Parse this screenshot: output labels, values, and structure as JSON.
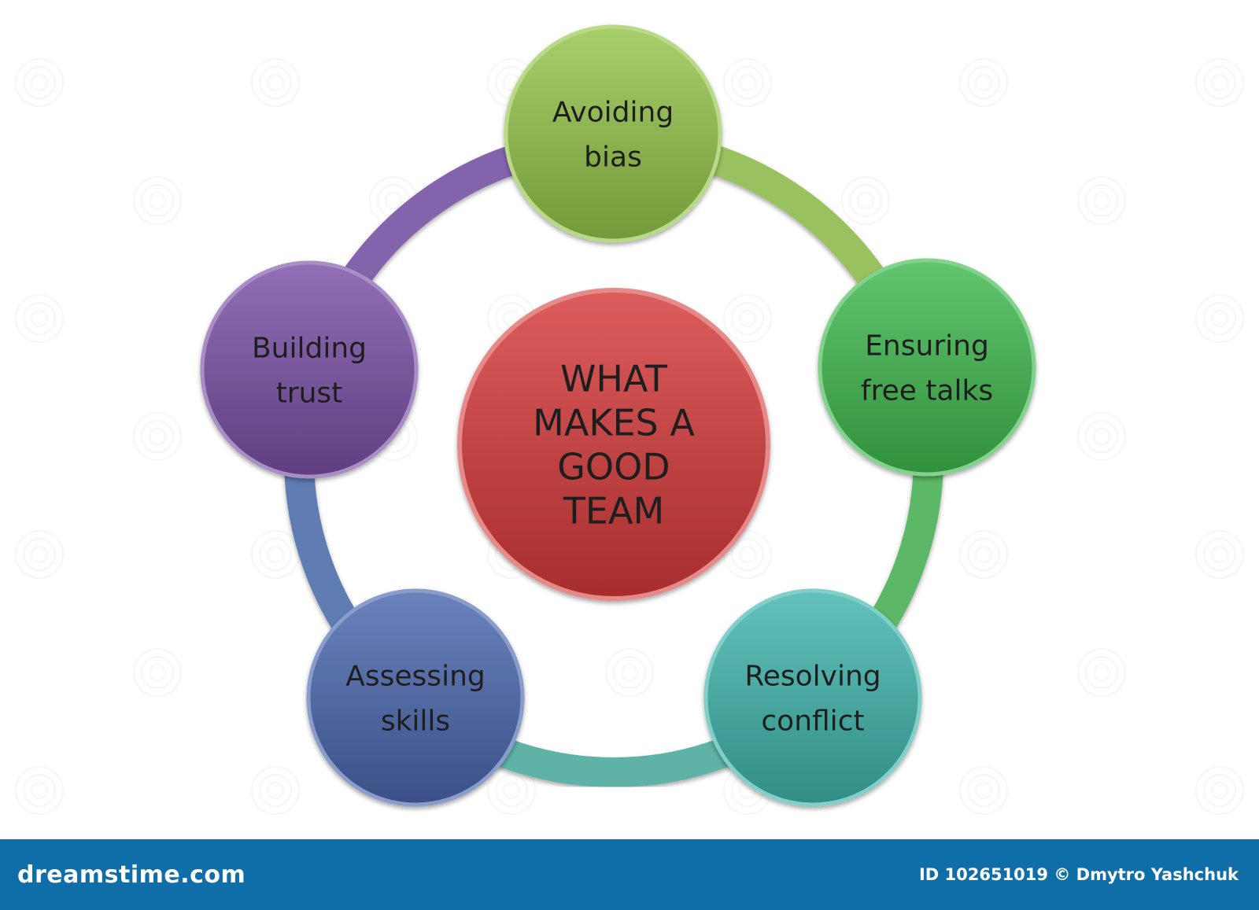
{
  "center": {
    "lines": [
      "WHAT",
      "MAKES A",
      "GOOD",
      "TEAM"
    ],
    "color": "#d63a3a"
  },
  "nodes": [
    {
      "id": "avoiding-bias",
      "lines": [
        "Avoiding",
        "bias"
      ],
      "color": "#94c449"
    },
    {
      "id": "ensuring-free-talks",
      "lines": [
        "Ensuring",
        "free talks"
      ],
      "color": "#3fb84e"
    },
    {
      "id": "resolving-conflict",
      "lines": [
        "Resolving",
        "conflict"
      ],
      "color": "#3fb5ac"
    },
    {
      "id": "assessing-skills",
      "lines": [
        "Assessing",
        "skills"
      ],
      "color": "#4a66ad"
    },
    {
      "id": "building-trust",
      "lines": [
        "Building",
        "trust"
      ],
      "color": "#7a4fa6"
    }
  ],
  "ring_colors": [
    "#9ac15e",
    "#5bb766",
    "#5fb3a6",
    "#5f7bb3",
    "#8463ad"
  ],
  "footer": {
    "brand": "dreamstime.com",
    "credit": "ID 102651019 © Dmytro Yashchuk"
  },
  "watermark": "dreamstime"
}
